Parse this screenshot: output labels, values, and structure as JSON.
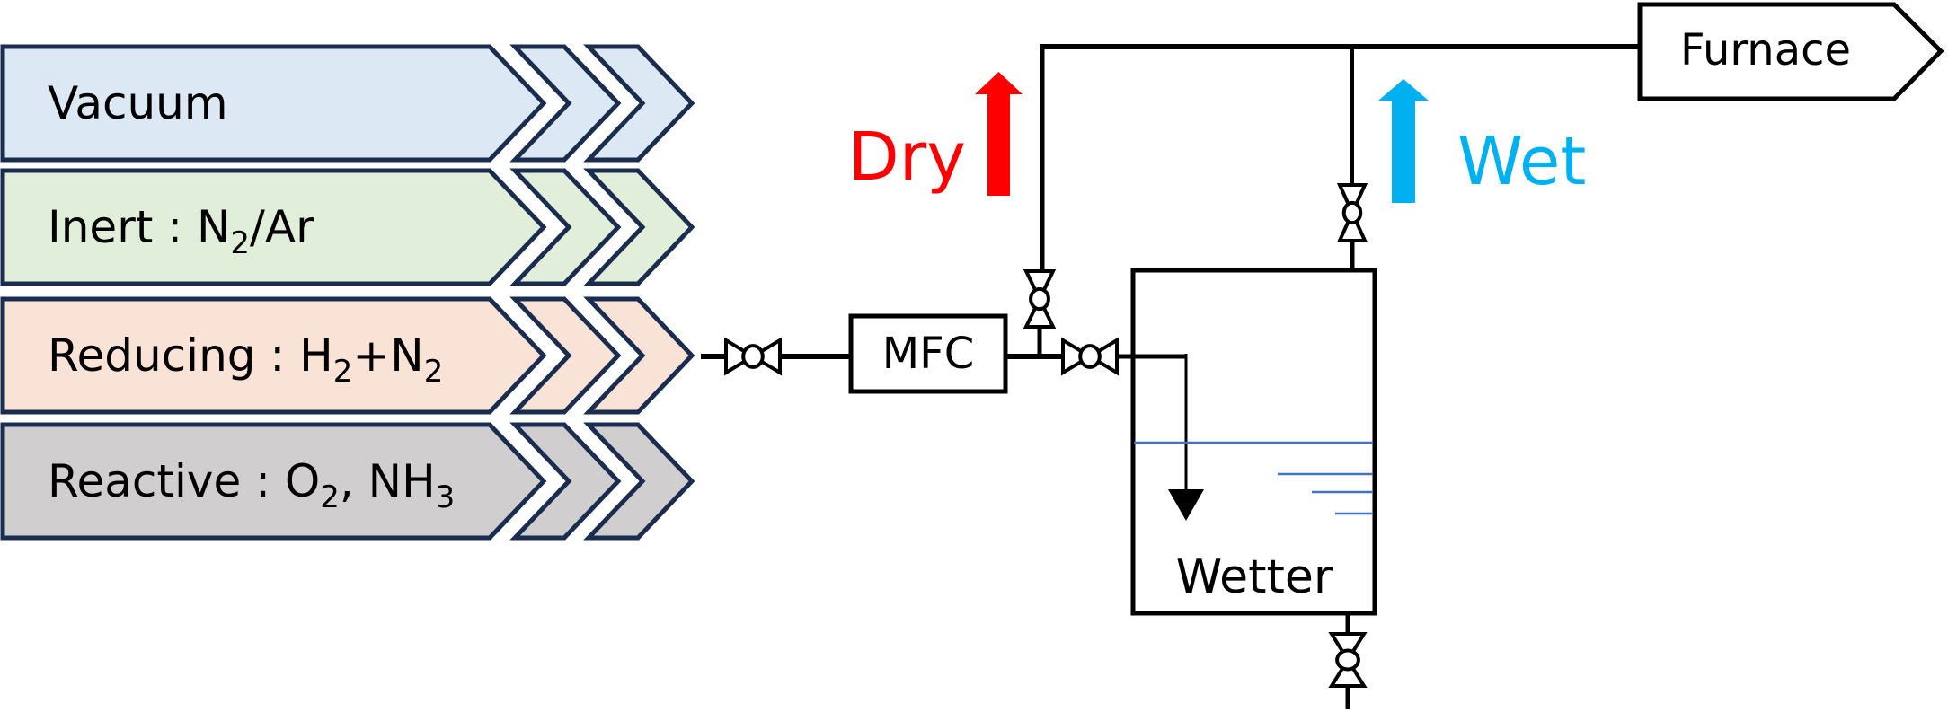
{
  "gas_sources": [
    {
      "name": "Vacuum",
      "label": "Vacuum",
      "formula_parts": [],
      "fill": "#DDE8F5"
    },
    {
      "name": "Inert",
      "label": "Inert : ",
      "formula_parts": [
        [
          "N",
          "2"
        ],
        [
          "/Ar",
          ""
        ]
      ],
      "fill": "#E1EED9"
    },
    {
      "name": "Reducing",
      "label": "Reducing : ",
      "formula_parts": [
        [
          "H",
          "2"
        ],
        [
          "+N",
          "2"
        ]
      ],
      "fill": "#F9E3D6"
    },
    {
      "name": "Reactive",
      "label": "Reactive : ",
      "formula_parts": [
        [
          "O",
          "2"
        ],
        [
          ", NH",
          "3"
        ]
      ],
      "fill": "#D0CECF"
    }
  ],
  "outline_color": "#1A2D4F",
  "components": {
    "mfc_label": "MFC",
    "wetter_label": "Wetter",
    "furnace_label": "Furnace"
  },
  "flows": {
    "dry": {
      "label": "Dry",
      "color": "#FF0000"
    },
    "wet": {
      "label": "Wet",
      "color": "#00B0F0"
    }
  },
  "water_color": "#4472C4"
}
